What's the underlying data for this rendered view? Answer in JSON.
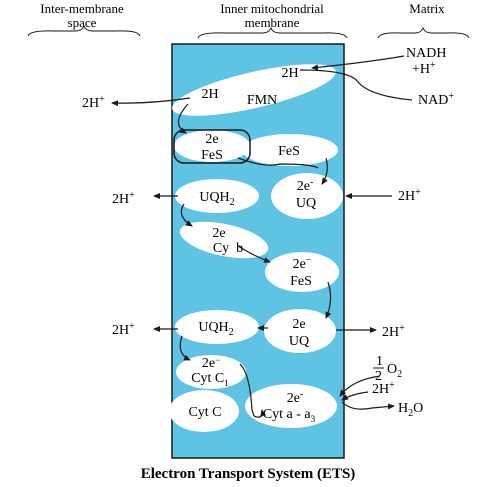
{
  "headers": {
    "intermembrane": [
      "Inter-membrane",
      "space"
    ],
    "inner": [
      "Inner mitochondrial",
      "membrane"
    ],
    "matrix": "Matrix"
  },
  "matrix_side": {
    "nadh": "NADH",
    "h_plus": "+H",
    "h_plus_sup": "+",
    "nad": "NAD",
    "nad_sup": "+",
    "water_half": "1",
    "water_den": "2",
    "oxygen": "O",
    "oxygen_sub": "2",
    "water_2h": "2H",
    "water_2h_sup": "+",
    "water": "H",
    "water_sub": "2",
    "water_o": "O",
    "right_2h_1": "2H",
    "right_2h_1_sup": "+",
    "right_2h_2": "2H",
    "right_2h_2_sup": "+"
  },
  "left_side": {
    "proton_1": "2H",
    "proton_1_sup": "+",
    "proton_2": "2H",
    "proton_2_sup": "+",
    "proton_3": "2H",
    "proton_3_sup": "+"
  },
  "complexes": {
    "fmn_2h_right": "2H",
    "fmn_2h_left": "2H",
    "fmn": "FMN",
    "fes1_2e": "2e",
    "fes1": "FeS",
    "fes2": "FeS",
    "uqh2_1": "UQH",
    "uqh2_1_sub": "2",
    "uq1_2e": "2e",
    "uq1_sup": "-",
    "uq1": "UQ",
    "cyb_2e": "2e",
    "cyb": "Cy  b",
    "fes3_2e": "2e",
    "fes3_sup": "−",
    "fes3": "FeS",
    "uqh2_2": "UQH",
    "uqh2_2_sub": "2",
    "uq2_2e": "2e",
    "uq2": "UQ",
    "cytc1_2e": "2e",
    "cytc1_sup": "−",
    "cytc1": "Cyt C",
    "cytc1_sub": "1",
    "cytc": "Cyt C",
    "cytaa3_2e": "2e",
    "cytaa3_sup": "-",
    "cytaa3": "Cyt a - a",
    "cytaa3_sub": "3"
  },
  "caption": "Electron Transport System (ETS)",
  "colors": {
    "membrane": "#5fc3e3",
    "blob": "#ffffff",
    "ink": "#1a1a1a"
  }
}
